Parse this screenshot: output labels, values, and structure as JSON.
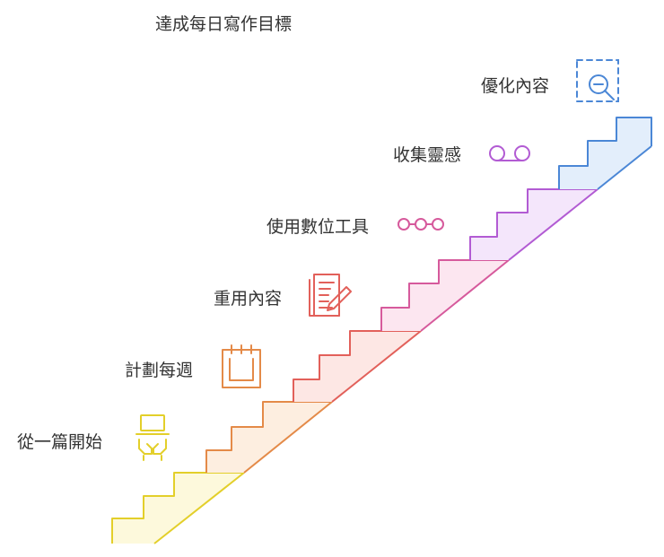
{
  "title": "達成每日寫作目標",
  "steps": [
    {
      "label": "從一篇開始",
      "color": "#e3cf2a",
      "fill": "#fdf9dc",
      "icon": "laptop-hands-icon"
    },
    {
      "label": "計劃每週",
      "color": "#e48a48",
      "fill": "#fdeee0",
      "icon": "calendar-icon"
    },
    {
      "label": "重用內容",
      "color": "#e2605a",
      "fill": "#fde7e4",
      "icon": "edit-document-icon"
    },
    {
      "label": "使用數位工具",
      "color": "#d65a9c",
      "fill": "#fce6f0",
      "icon": "connected-nodes-icon"
    },
    {
      "label": "收集靈感",
      "color": "#b25bd3",
      "fill": "#f4e6fb",
      "icon": "voicemail-icon"
    },
    {
      "label": "優化內容",
      "color": "#4b87d6",
      "fill": "#e3eefb",
      "icon": "zoom-out-icon"
    }
  ]
}
